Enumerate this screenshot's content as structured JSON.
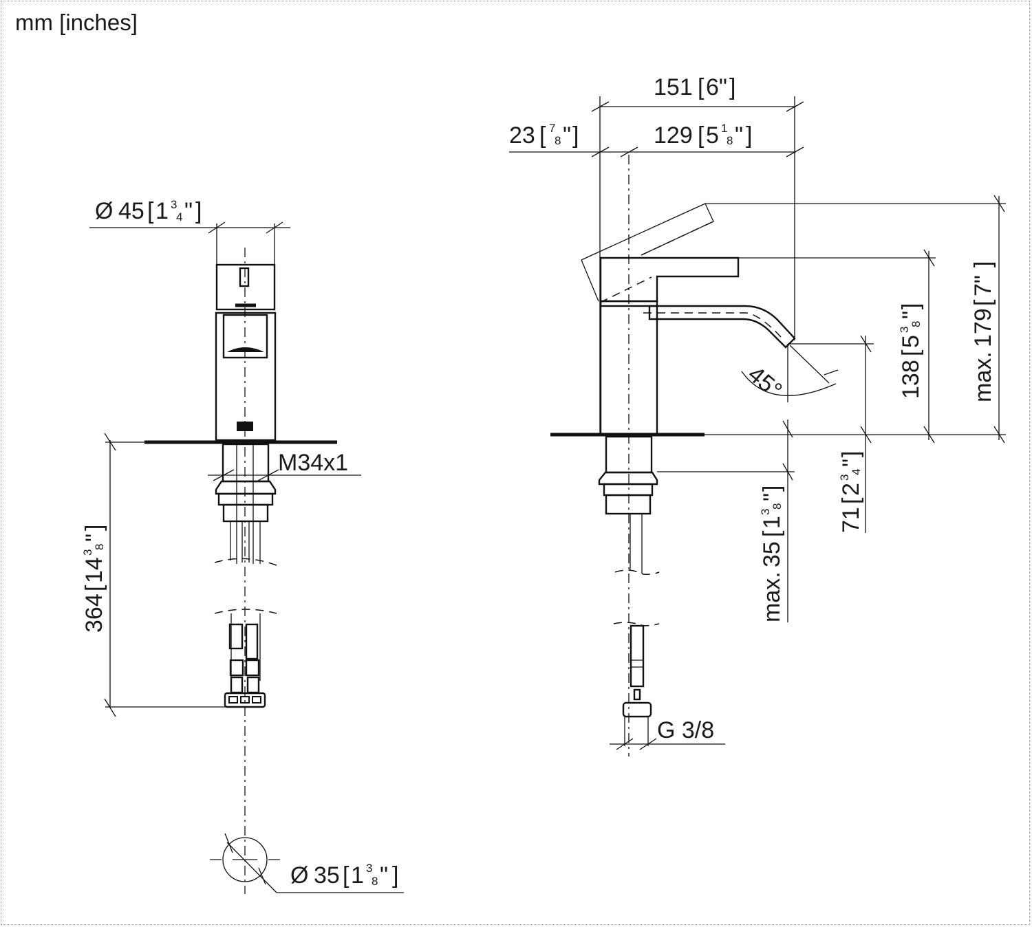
{
  "header": {
    "units_label": "mm [inches]"
  },
  "front_view": {
    "diameter_top": {
      "symbol": "Ø",
      "mm": "45",
      "inch_whole": "1",
      "inch_num": "3",
      "inch_den": "4",
      "quote": "\""
    },
    "thread_label": "M34x1",
    "hose_length": {
      "mm": "364",
      "inch_whole": "14",
      "inch_num": "3",
      "inch_den": "8",
      "quote": "\""
    },
    "hole_diameter": {
      "symbol": "Ø",
      "mm": "35",
      "inch_whole": "1",
      "inch_num": "3",
      "inch_den": "8",
      "quote": "\""
    }
  },
  "side_view": {
    "overall_depth": {
      "mm": "151",
      "inch": "6\""
    },
    "rear_offset": {
      "mm": "23",
      "inch_num": "7",
      "inch_den": "8",
      "quote": "\""
    },
    "spout_reach": {
      "mm": "129",
      "inch_whole": "5",
      "inch_num": "1",
      "inch_den": "8",
      "quote": "\""
    },
    "height": {
      "mm": "138",
      "inch_whole": "5",
      "inch_num": "3",
      "inch_den": "8",
      "quote": "\""
    },
    "max_height": {
      "prefix": "max.",
      "mm": "179",
      "inch": "7\""
    },
    "spout_height": {
      "mm": "71",
      "inch_whole": "2",
      "inch_num": "3",
      "inch_den": "4",
      "quote": "\""
    },
    "max_deck": {
      "prefix": "max.",
      "mm": "35",
      "inch_whole": "1",
      "inch_num": "3",
      "inch_den": "8",
      "quote": "\""
    },
    "spout_angle": "45°",
    "connection_label": "G 3/8"
  }
}
